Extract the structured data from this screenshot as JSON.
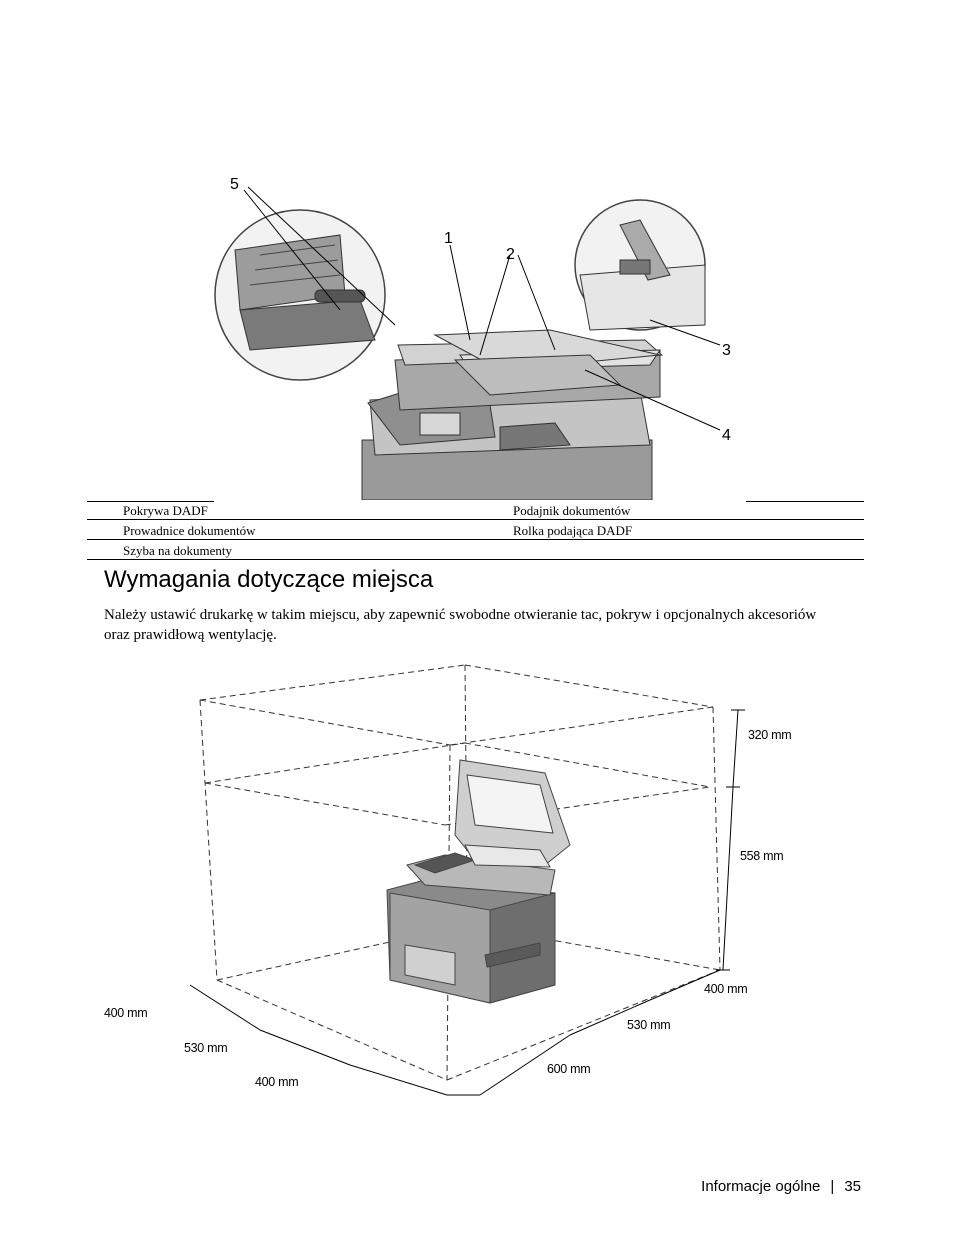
{
  "top_figure": {
    "callouts": [
      "1",
      "2",
      "3",
      "4",
      "5"
    ]
  },
  "parts_table": {
    "rows": [
      [
        "Pokrywa DADF",
        "Podajnik dokumentów"
      ],
      [
        "Prowadnice dokumentów",
        "Rolka podająca DADF"
      ],
      [
        "Szyba na dokumenty",
        ""
      ]
    ]
  },
  "section": {
    "title": "Wymagania dotyczące miejsca",
    "body": "Należy ustawić drukarkę w takim miejscu, aby zapewnić swobodne otwieranie tac, pokryw i opcjonalnych akcesoriów oraz prawidłową wentylację."
  },
  "clearance_figure": {
    "dimensions": {
      "top": "320 mm",
      "height": "558 mm",
      "right_side": "400 mm",
      "right_depth": "530 mm",
      "front_width": "600 mm",
      "left_side": "400 mm",
      "left_depth": "530 mm",
      "front_left": "400 mm"
    }
  },
  "footer": {
    "section": "Informacje ogólne",
    "separator": "|",
    "page": "35"
  }
}
